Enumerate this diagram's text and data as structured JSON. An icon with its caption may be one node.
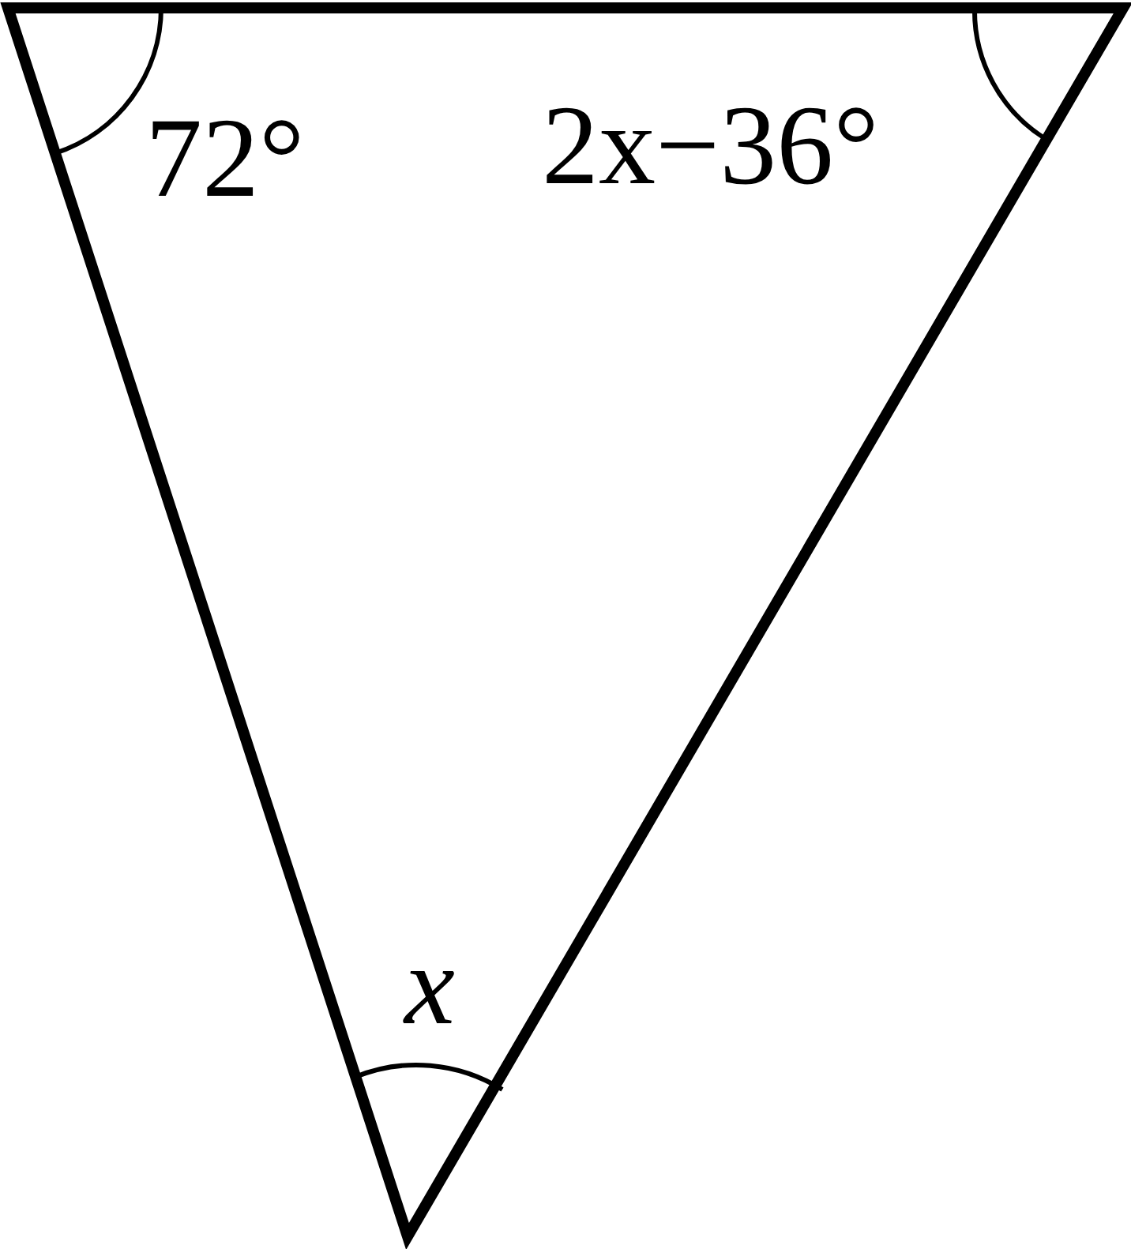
{
  "diagram": {
    "labels": [
      "72°",
      "2x−36°",
      "x"
    ]
  }
}
